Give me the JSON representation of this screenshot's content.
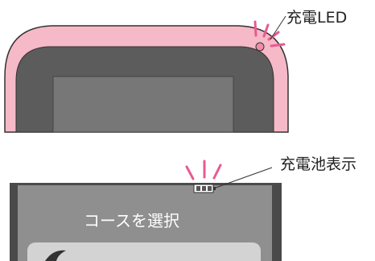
{
  "labels": {
    "charge_led": "充電LED",
    "battery_indicator": "充電池表示"
  },
  "screen": {
    "title": "コースを選択"
  },
  "colors": {
    "device_body": "#f6b9c7",
    "device_outline": "#333333",
    "screen_bezel": "#5c5c5c",
    "screen_lcd": "#777777",
    "led": "#f08cab",
    "glow_rays": "#e85a92",
    "display_bg": "#8f8f8f",
    "display_frame": "#4a4a4a",
    "menu_button": "#d3d3d3"
  },
  "icons": {
    "led": "led-indicator-icon",
    "battery": "battery-icon"
  }
}
